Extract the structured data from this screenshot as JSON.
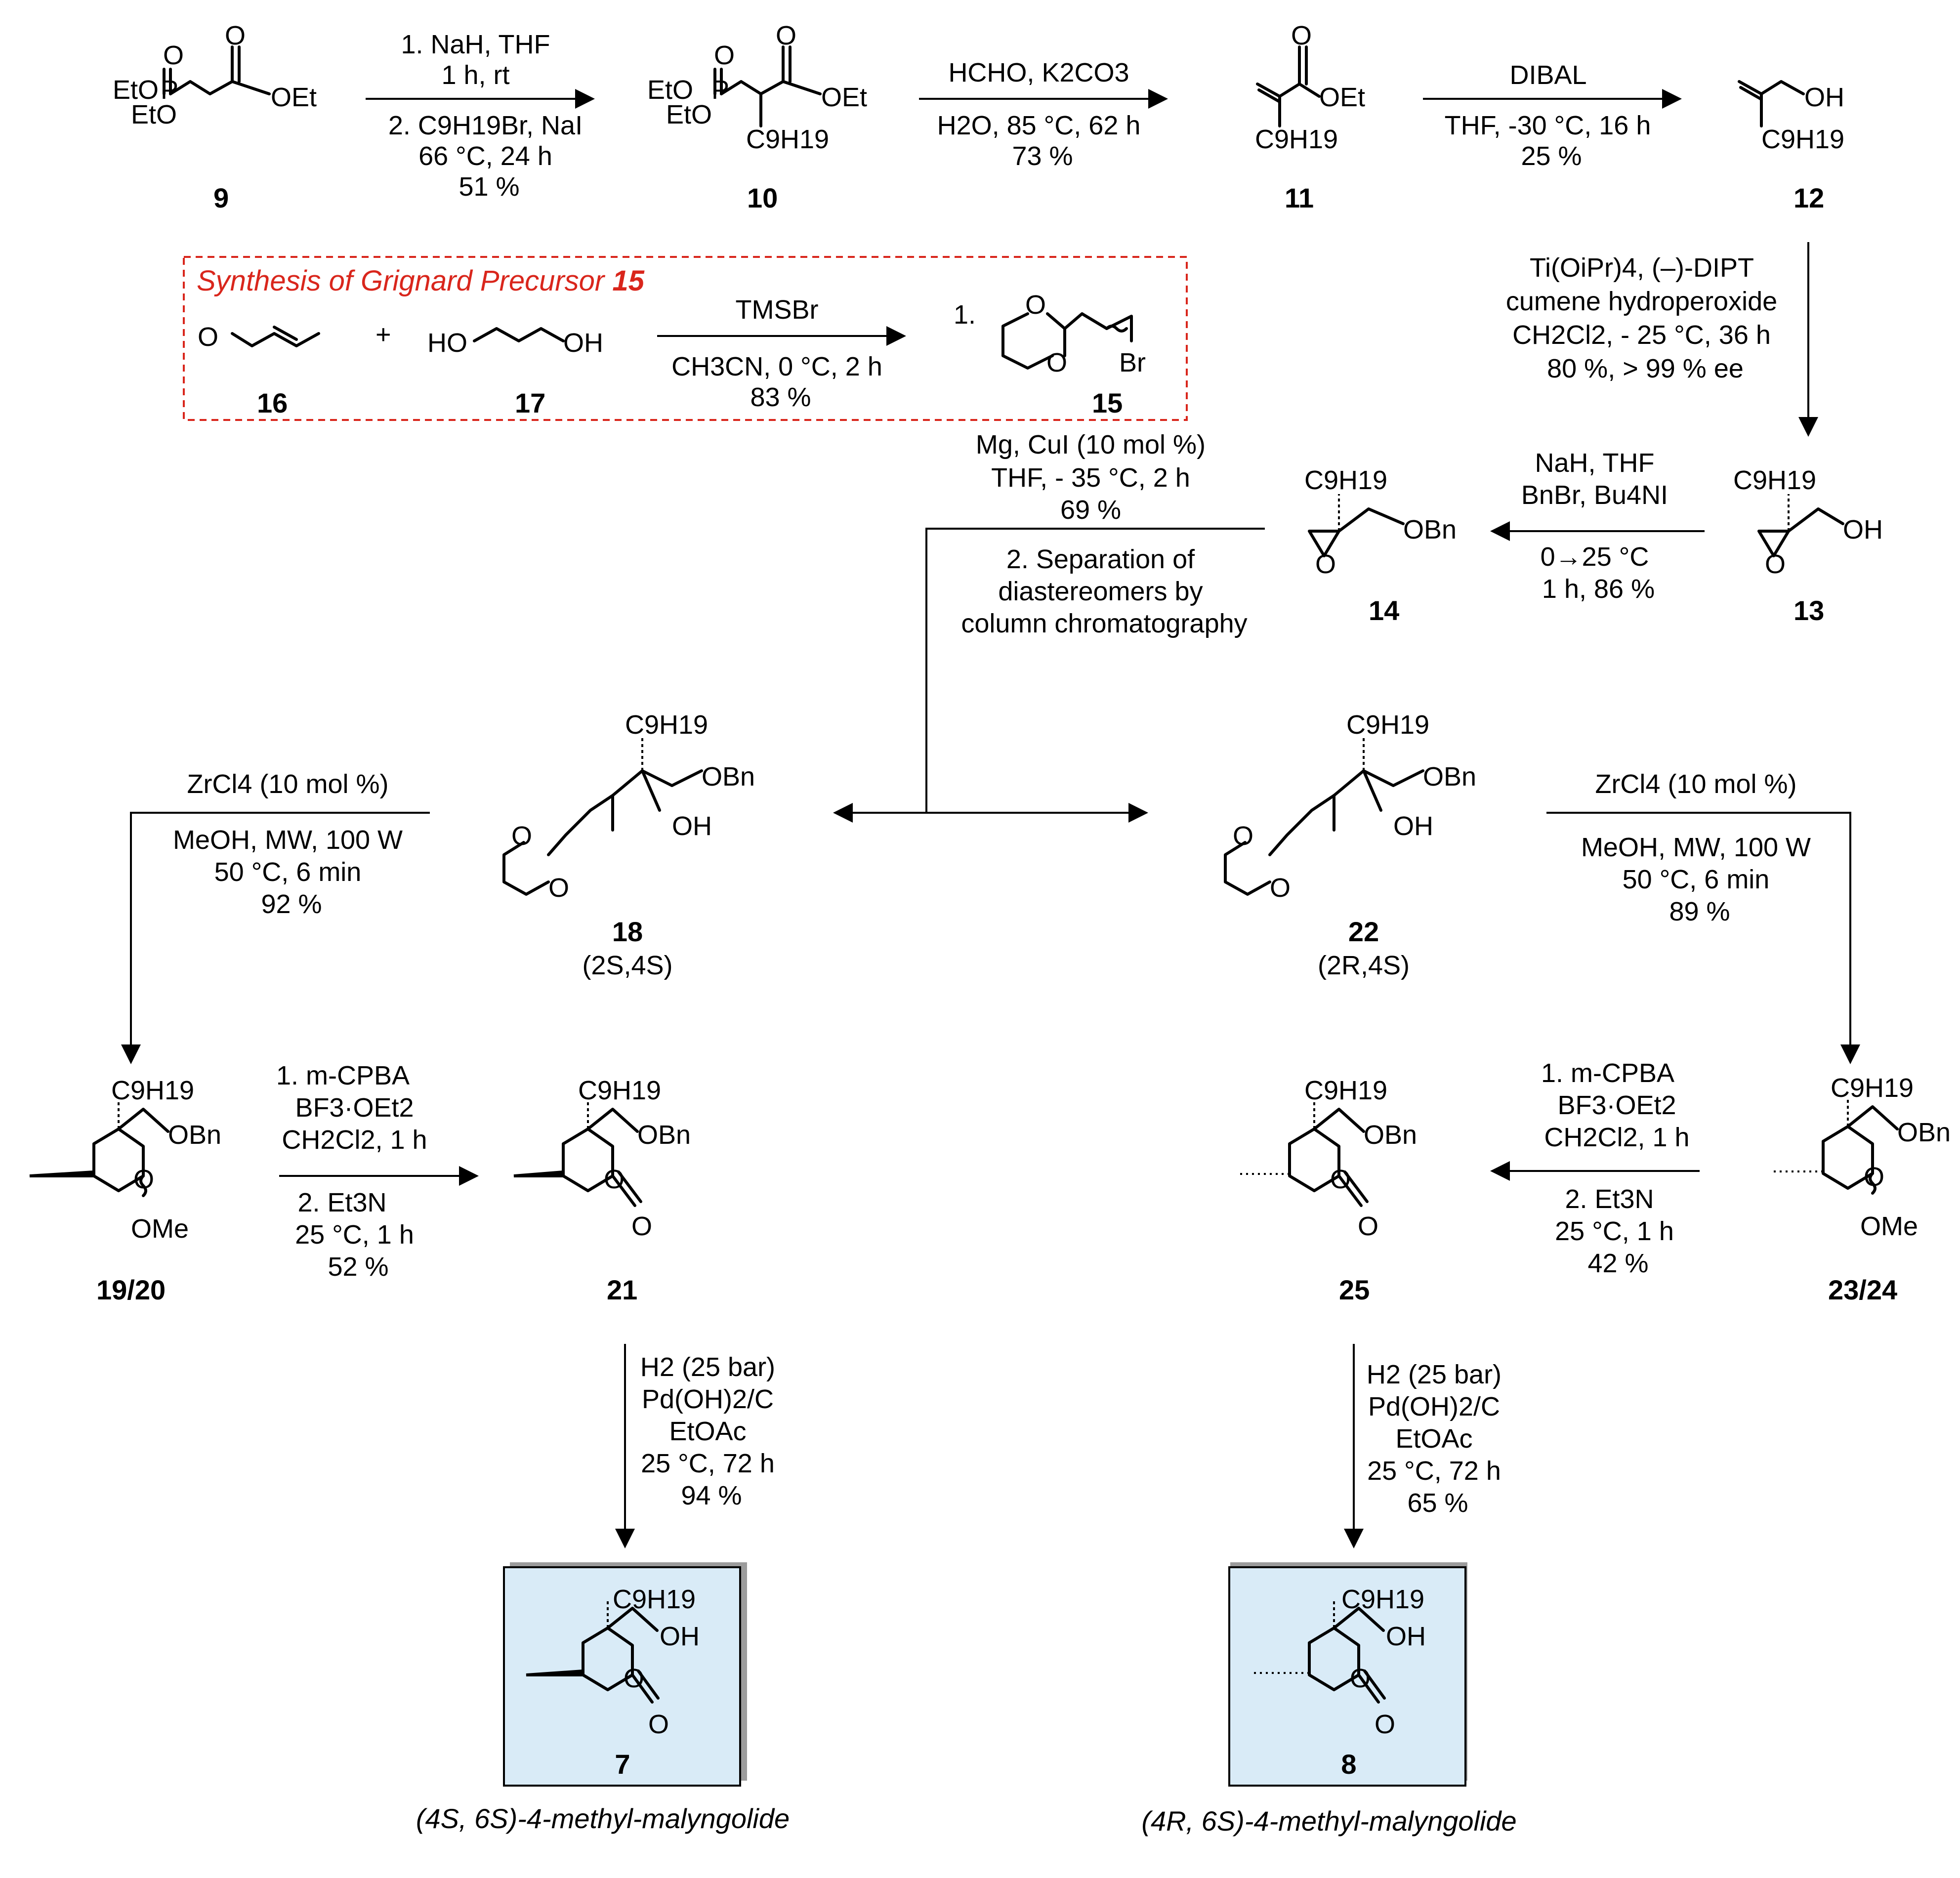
{
  "compounds": {
    "c9": {
      "number": "9"
    },
    "c10": {
      "number": "10"
    },
    "c11": {
      "number": "11"
    },
    "c12": {
      "number": "12"
    },
    "c13": {
      "number": "13"
    },
    "c14": {
      "number": "14"
    },
    "c15": {
      "number": "15"
    },
    "c16": {
      "number": "16"
    },
    "c17": {
      "number": "17"
    },
    "c18": {
      "number": "18",
      "stereo": "(2S,4S)"
    },
    "c22": {
      "number": "22",
      "stereo": "(2R,4S)"
    },
    "c1920": {
      "number": "19/20"
    },
    "c21": {
      "number": "21"
    },
    "c2324": {
      "number": "23/24"
    },
    "c25": {
      "number": "25"
    },
    "c7": {
      "number": "7",
      "caption": "(4S, 6S)-4-methyl-malyngolide"
    },
    "c8": {
      "number": "8",
      "caption": "(4R, 6S)-4-methyl-malyngolide"
    }
  },
  "atoms": {
    "eto": "EtO",
    "p": "P",
    "o": "O",
    "oet": "OEt",
    "oh": "OH",
    "obn": "OBn",
    "ome": "OMe",
    "br": "Br",
    "ho": "HO",
    "c9h19": "C9H19",
    "c9h19br": "C9H19Br",
    "step15": "1."
  },
  "box": {
    "title": "Synthesis of Grignard Precursor",
    "title_num": "15",
    "accent": "#d9261c"
  },
  "highlight_fill": "#d9ebf7",
  "steps": {
    "s1": {
      "above": [
        "1. NaH, THF",
        "1 h, rt"
      ],
      "below": [
        "2. C9H19Br, NaI",
        "66 °C, 24 h",
        "51 %"
      ]
    },
    "s2": {
      "above": [
        "HCHO, K2CO3"
      ],
      "below": [
        "H2O, 85 °C, 62 h",
        "73 %"
      ]
    },
    "s3": {
      "above": [
        "DIBAL"
      ],
      "below": [
        "THF, -30 °C, 16 h",
        "25 %"
      ]
    },
    "s4": {
      "lines": [
        "Ti(OiPr)4, (–)-DIPT",
        "cumene hydroperoxide",
        "CH2Cl2, - 25 °C, 36 h",
        "80 %, > 99 % ee"
      ]
    },
    "s5": {
      "above": [
        "NaH, THF",
        "BnBr, Bu4NI"
      ],
      "below": [
        "0→25 °C",
        "1 h, 86 %"
      ]
    },
    "s6": {
      "above": [
        "TMSBr"
      ],
      "below": [
        "CH3CN, 0 °C, 2 h",
        "83 %"
      ]
    },
    "s7": {
      "above": [
        "Mg, CuI (10 mol %)",
        "THF, - 35 °C, 2 h",
        "69 %"
      ],
      "below": [
        "2.      Separation of",
        "diastereomers by",
        "column chromatography"
      ]
    },
    "s8": {
      "above": [
        "ZrCl4 (10 mol %)"
      ],
      "below": [
        "MeOH, MW, 100 W",
        "50 °C, 6 min",
        "92 %"
      ]
    },
    "s9": {
      "above": [
        "ZrCl4 (10 mol %)"
      ],
      "below": [
        "MeOH, MW, 100 W",
        "50 °C, 6 min",
        "89 %"
      ]
    },
    "s10": {
      "above": [
        "1.  m-CPBA",
        "BF3·OEt2",
        "CH2Cl2, 1 h"
      ],
      "below": [
        "2.      Et3N",
        "25 °C, 1 h",
        "52 %"
      ]
    },
    "s11": {
      "above": [
        "1.  m-CPBA",
        "BF3·OEt2",
        "CH2Cl2, 1 h"
      ],
      "below": [
        "2.      Et3N",
        "25 °C, 1 h",
        "42 %"
      ]
    },
    "s12": {
      "lines": [
        "H2 (25 bar)",
        "Pd(OH)2/C",
        "EtOAc",
        "25 °C, 72 h",
        "94 %"
      ]
    },
    "s13": {
      "lines": [
        "H2 (25 bar)",
        "Pd(OH)2/C",
        "EtOAc",
        "25 °C, 72 h",
        "65 %"
      ]
    }
  }
}
